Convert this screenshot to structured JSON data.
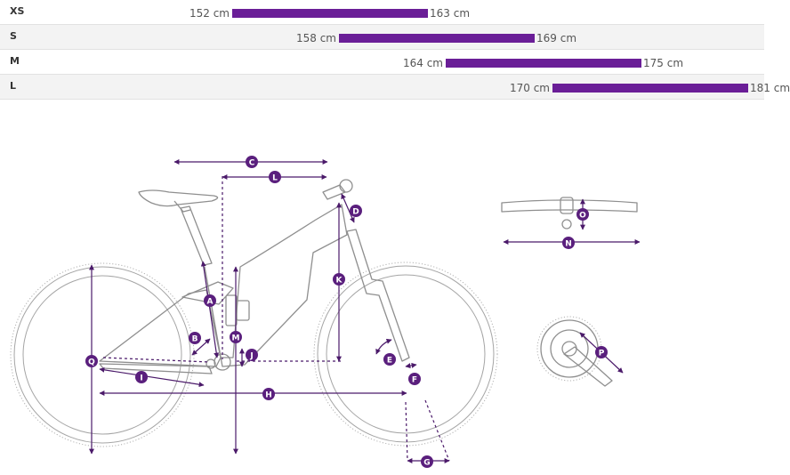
{
  "size_table": {
    "min_cm": 140,
    "max_cm": 190,
    "rows": [
      {
        "size": "XS",
        "low": 152,
        "high": 163,
        "low_label": "152 cm",
        "high_label": "163 cm"
      },
      {
        "size": "S",
        "low": 158,
        "high": 169,
        "low_label": "158 cm",
        "high_label": "169 cm"
      },
      {
        "size": "M",
        "low": 164,
        "high": 175,
        "low_label": "164 cm",
        "high_label": "175 cm"
      },
      {
        "size": "L",
        "low": 170,
        "high": 181,
        "low_label": "170 cm",
        "high_label": "181 cm"
      }
    ]
  },
  "geometry_labels": {
    "A": "A",
    "B": "B",
    "C": "C",
    "D": "D",
    "E": "E",
    "F": "F",
    "G": "G",
    "H": "H",
    "I": "I",
    "J": "J",
    "K": "K",
    "L": "L",
    "M": "M",
    "N": "N",
    "O": "O",
    "P": "P",
    "Q": "Q"
  },
  "colors": {
    "accent": "#6a1e97",
    "dimension": "#4b1a6a",
    "frame": "#8f8f8f"
  }
}
